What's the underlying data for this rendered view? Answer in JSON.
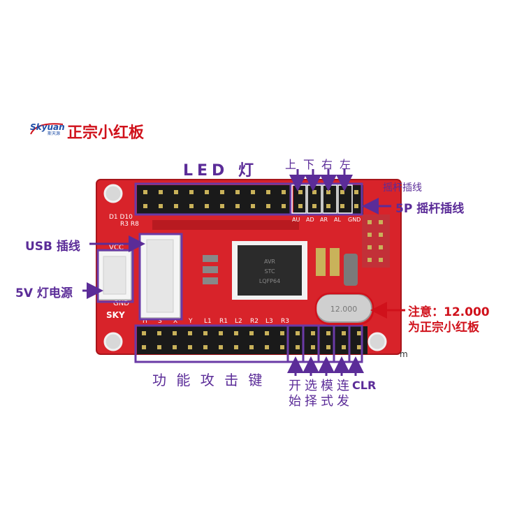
{
  "brand": {
    "logo_text": "Skyuan",
    "logo_sub": "斯天源",
    "title": "正宗小红板"
  },
  "labels": {
    "led": "LED 灯",
    "usb": "USB 插线",
    "power": "5V 灯电源",
    "joystick_5p": "5P 摇杆插线",
    "joystick_overlay": "摇杆插线",
    "function_keys": "功 能 攻 击 键",
    "clr": "CLR",
    "notice_line1": "注意：12.000",
    "notice_line2": "为正宗小红板"
  },
  "directions": [
    "上",
    "下",
    "右",
    "左"
  ],
  "bottom_vertical": [
    {
      "top": "开",
      "bottom": "始"
    },
    {
      "top": "选",
      "bottom": "择"
    },
    {
      "top": "模",
      "bottom": "式"
    },
    {
      "top": "连",
      "bottom": "发"
    }
  ],
  "board": {
    "silk_vcc": "VCC",
    "silk_gnd": "GND",
    "silk_sky": "SKY",
    "silk_d1d10": "D1 D10",
    "silk_r3r8": "R3 R8",
    "silk_bottom_row": [
      "H",
      "S",
      "X",
      "Y",
      "L1",
      "R1",
      "L2",
      "R2",
      "L3",
      "R3"
    ],
    "silk_top_right": [
      "AU",
      "AD",
      "AR",
      "AL",
      "GND"
    ],
    "chip_text": [
      "AVR",
      "STC",
      "LQFP64"
    ],
    "crystal_text": "12.000",
    "stray_m": "m"
  },
  "colors": {
    "pcb": "#d8232a",
    "pcb_dark": "#b81a20",
    "label_purple": "#5b2c98",
    "label_red": "#d0111b",
    "header_black": "#1a1a1a",
    "pin_gold": "#c9b25a"
  }
}
